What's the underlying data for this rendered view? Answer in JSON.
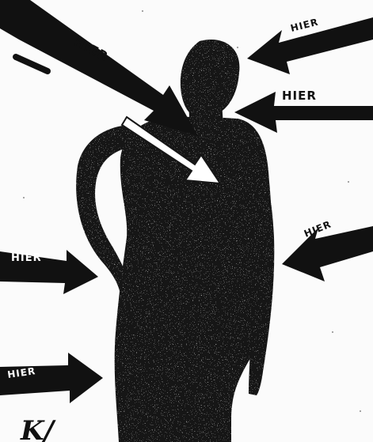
{
  "image": {
    "background": "#fbfbfb",
    "ink": "#111111",
    "figure_color": "#161616",
    "highlight_color": "#ffffff"
  },
  "arrows": [
    {
      "id": "head-right",
      "label": "HIER"
    },
    {
      "id": "neck-right",
      "label": "HIER"
    },
    {
      "id": "chest-diagonal",
      "label": "HIER"
    },
    {
      "id": "hip-left",
      "label": "HIER"
    },
    {
      "id": "waist-right",
      "label": "HIER"
    },
    {
      "id": "thigh-left",
      "label": "HIER"
    }
  ],
  "signature": "K/"
}
